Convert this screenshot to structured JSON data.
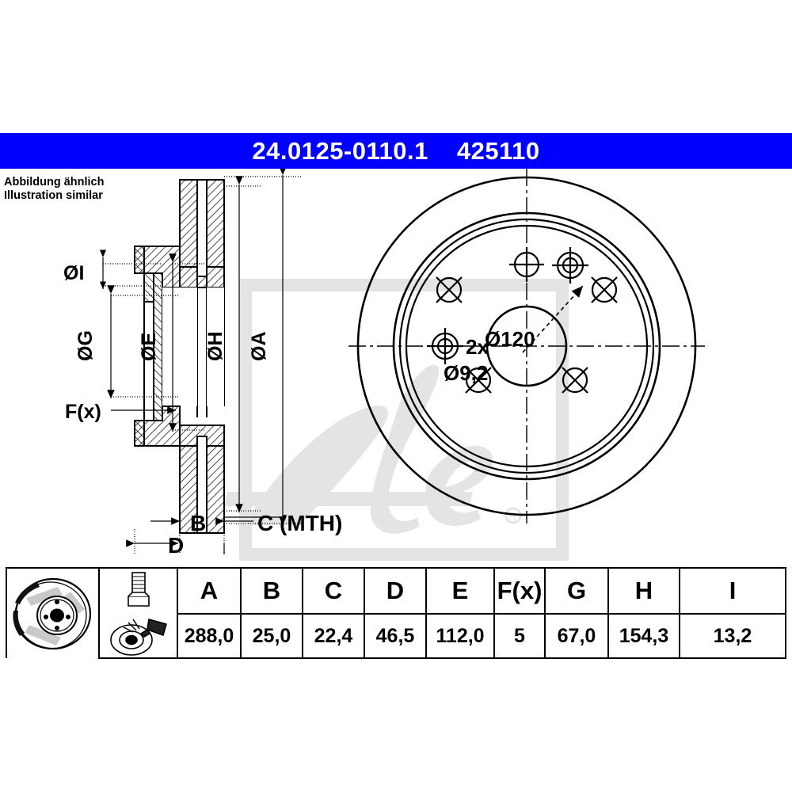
{
  "header": {
    "part_number": "24.0125-0110.1",
    "catalog_number": "425110",
    "bar_color": "#0000ff",
    "text_color": "#ffffff"
  },
  "caption": {
    "line_de": "Abbildung ähnlich",
    "line_en": "Illustration similar"
  },
  "drawing": {
    "section_view_labels": {
      "diameter_i": "ØI",
      "diameter_g": "ØG",
      "diameter_e": "ØE",
      "diameter_h": "ØH",
      "diameter_a": "ØA",
      "surface_fx": "F(x)",
      "thickness_b": "B",
      "thickness_c": "C (MTH)",
      "thickness_d": "D"
    },
    "face_view_labels": {
      "bolt_circle": "Ø120",
      "small_hole_count": "2x",
      "small_hole_dia": "Ø9,2"
    },
    "watermark": "Ate",
    "watermark_color": "#e2e2e2"
  },
  "table": {
    "columns": [
      "A",
      "B",
      "C",
      "D",
      "E",
      "F(x)",
      "G",
      "H",
      "I"
    ],
    "values": [
      "288,0",
      "25,0",
      "22,4",
      "46,5",
      "112,0",
      "5",
      "67,0",
      "154,3",
      "13,2"
    ],
    "icon_cells": [
      "brake-disc-photo",
      "bolt-icon",
      "spray-paint-icon"
    ]
  }
}
